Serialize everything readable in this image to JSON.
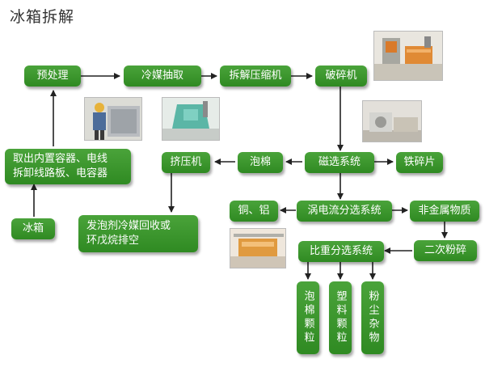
{
  "title": "冰箱拆解",
  "nodes": {
    "pretreat": "预处理",
    "refrigerant": "冷媒抽取",
    "dismantle": "拆解压缩机",
    "crush": "破碎机",
    "remove_parts": "取出内置容器、电线\n拆卸线路板、电容器",
    "extruder": "挤压机",
    "foam": "泡棉",
    "magnetic": "磁选系统",
    "iron": "铁碎片",
    "fridge": "冰箱",
    "foaming_agent": "发泡剂冷媒回收或\n环戊烷排空",
    "copper_al": "铜、铝",
    "eddy": "涡电流分选系统",
    "nonmetal": "非金属物质",
    "secondary": "二次粉碎",
    "gravity": "比重分选系统",
    "foam_particles": "泡棉颗粒",
    "plastic_particles": "塑料颗粒",
    "dust": "粉尘杂物"
  },
  "colors": {
    "box": "#3a9a2c",
    "arrow": "#222222",
    "title": "#333333"
  }
}
